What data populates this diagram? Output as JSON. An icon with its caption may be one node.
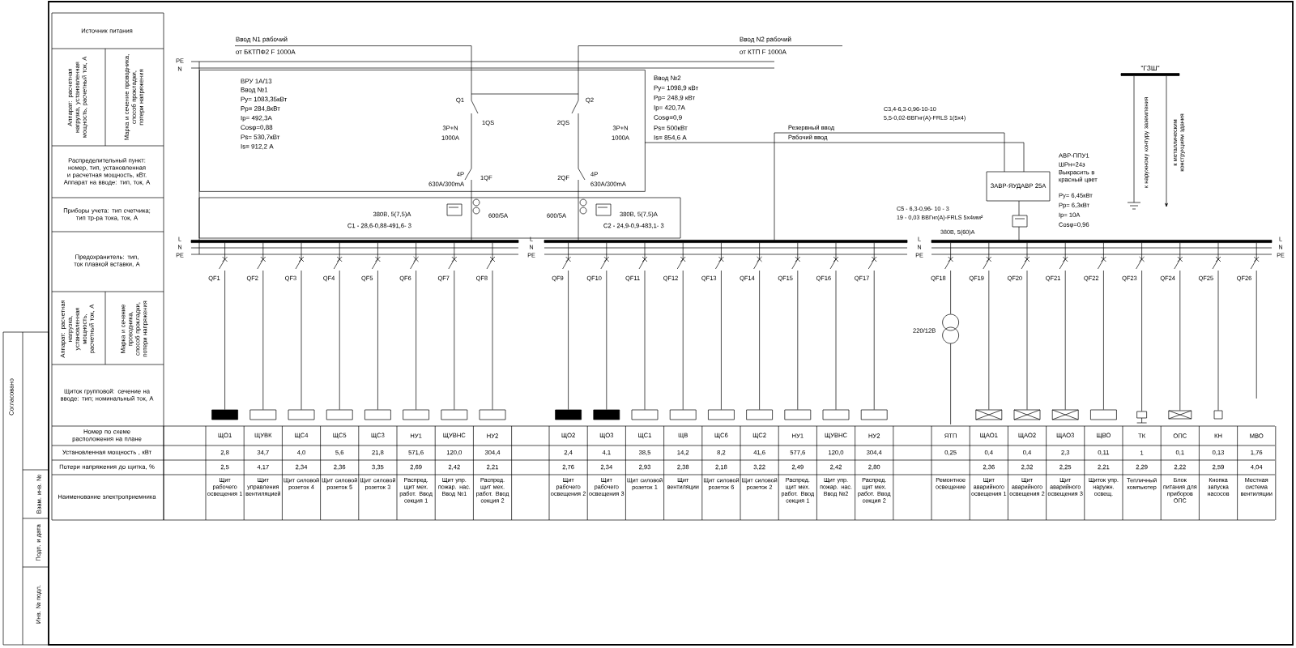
{
  "diagram": {
    "nodes": [
      {
        "text": [
          "ВРУ 1А/13",
          "Ввод №1",
          "Ру= 1083,35кВт",
          "Рр= 284,8кВт",
          "Ip= 492,3А",
          "Cosφ=0,88",
          "Рs= 530,7кВт",
          "Is= 912,2 А"
        ]
      },
      {
        "text": [
          "ЗАВР-ЯУДАВР 25А"
        ]
      },
      {
        "text": [
          "\"ГЗШ\""
        ]
      },
      {
        "text": [],
        "shape": "bar"
      },
      {
        "text": [],
        "shape": "bar"
      },
      {
        "text": [],
        "shape": "bar"
      },
      {
        "text": [],
        "shape": "circle"
      },
      {
        "text": [],
        "shape": "box"
      },
      {
        "text": [],
        "shape": "box"
      },
      {
        "text": [],
        "shape": "box"
      },
      {
        "text": [],
        "shape": "box"
      },
      {
        "text": [],
        "shape": "box"
      },
      {
        "text": [],
        "shape": "box"
      },
      {
        "text": [],
        "shape": "box"
      },
      {
        "text": [],
        "shape": "box"
      },
      {
        "text": [],
        "shape": "box"
      },
      {
        "text": [],
        "shape": "box"
      },
      {
        "text": [],
        "shape": "box"
      },
      {
        "text": [],
        "shape": "box"
      },
      {
        "text": [],
        "shape": "box"
      },
      {
        "text": [],
        "shape": "box"
      },
      {
        "text": [],
        "shape": "box"
      },
      {
        "text": [],
        "shape": "box"
      },
      {
        "text": [],
        "shape": "box"
      },
      {
        "text": [],
        "shape": "box"
      },
      {
        "text": [],
        "shape": "box"
      },
      {
        "text": [],
        "shape": "box"
      },
      {
        "text": [],
        "shape": "box"
      },
      {
        "text": [],
        "shape": "box"
      },
      {
        "text": [],
        "shape": "box"
      },
      {
        "text": [],
        "shape": "box"
      }
    ],
    "edges": [
      {
        "from": 0,
        "to": 3,
        "arrow": "none"
      },
      {
        "from": 0,
        "to": 4,
        "arrow": "none"
      },
      {
        "from": 0,
        "to": 1,
        "arrow": "none"
      },
      {
        "from": 4,
        "to": 1,
        "arrow": "none"
      },
      {
        "from": 1,
        "to": 5,
        "arrow": "none"
      },
      {
        "from": 3,
        "to": 7,
        "arrow": "none"
      },
      {
        "from": 3,
        "to": 8,
        "arrow": "none"
      },
      {
        "from": 3,
        "to": 9,
        "arrow": "none"
      },
      {
        "from": 3,
        "to": 10,
        "arrow": "none"
      },
      {
        "from": 3,
        "to": 11,
        "arrow": "none"
      },
      {
        "from": 3,
        "to": 12,
        "arrow": "none"
      },
      {
        "from": 3,
        "to": 13,
        "arrow": "none"
      },
      {
        "from": 3,
        "to": 14,
        "arrow": "none"
      },
      {
        "from": 4,
        "to": 15,
        "arrow": "none"
      },
      {
        "from": 4,
        "to": 16,
        "arrow": "none"
      },
      {
        "from": 4,
        "to": 17,
        "arrow": "none"
      },
      {
        "from": 4,
        "to": 18,
        "arrow": "none"
      },
      {
        "from": 4,
        "to": 19,
        "arrow": "none"
      },
      {
        "from": 4,
        "to": 20,
        "arrow": "none"
      },
      {
        "from": 4,
        "to": 21,
        "arrow": "none"
      },
      {
        "from": 4,
        "to": 22,
        "arrow": "none"
      },
      {
        "from": 4,
        "to": 23,
        "arrow": "none"
      },
      {
        "from": 5,
        "to": 6,
        "arrow": "none"
      },
      {
        "from": 5,
        "to": 24,
        "arrow": "none"
      },
      {
        "from": 5,
        "to": 25,
        "arrow": "none"
      },
      {
        "from": 5,
        "to": 26,
        "arrow": "none"
      },
      {
        "from": 5,
        "to": 27,
        "arrow": "none"
      },
      {
        "from": 5,
        "to": 28,
        "arrow": "none"
      },
      {
        "from": 5,
        "to": 29,
        "arrow": "none"
      },
      {
        "from": 5,
        "to": 30,
        "arrow": "none"
      },
      {
        "from": 5,
        "to": null,
        "arrow": "none"
      }
    ],
    "labels": [
      "Источник питания",
      "Аппарат: расчетная нагрузка, установленная мощность, расчетный ток, А",
      "Марка и сечение проводника, способ прокладки, потери напряжения",
      "Распределительный пункт: номер, тип, установленная и расчетная мощность, кВт. Аппарат на вводе: тип, ток, А",
      "Приборы учета: тип счетчика; тип тр-ра тока, ток, А",
      "Предохранитель: тип, ток плавкой вставки, А",
      "Аппарат: расчетная нагрузка, установленная мощность, расчетный ток, А",
      "Марка и сечение проводника, способ прокладки, потери напряжения",
      "Щиток групповой: сечение на вводе: тип; номинальный ток, А",
      "Номер по схеме расположения на плане",
      "Установленная мощность , кВт",
      "Потери напряжения до щитка, %",
      "Наименование электроприемника",
      "Согласовано",
      "Взам. инв. №",
      "Подп. и дата",
      "Инв. № подл.",
      "Ввод N1 рабочий",
      "от БКТПФ2 F 1000А",
      "Ввод N2 рабочий",
      "от КТП F 1000А",
      "Q1",
      "1QS",
      "3P+N",
      "1000А",
      "Q2",
      "2QS",
      "3P+N",
      "1000А",
      "1QF",
      "4P",
      "630А/300mA",
      "2QF",
      "4P",
      "630А/300mA",
      "380В, 5(7,5)А",
      "600/5А",
      "600/5А",
      "380В, 5(7,5)А",
      "С1 - 28,6-0,88-491,6- 3",
      "С2 - 24,9-0,9-483,1- 3",
      "PE",
      "N",
      "L",
      "N",
      "PE",
      "L",
      "N",
      "PE",
      "L",
      "N",
      "PE",
      "L",
      "N",
      "PE",
      "Резервный ввод",
      "Рабочий ввод",
      "С3,4-6,3-0,96-10-10",
      "5,5-0,02-ВВГнг(А)-FRLS 1(5х4)",
      "С5 - 6,3-0,96- 10 - 3",
      "19 - 0,03 ВВГнг(А)-FRLS 5х4мм²",
      "380В, 5(60)А",
      "АВР-ППУ1",
      "ШРн=24з",
      "Выкрасить в красный цвет",
      "Ру= 6,45кВт",
      "Рр= 6,3кВт",
      "Ip= 10А",
      "Cosφ=0,96",
      "к наружному контуру заземления",
      "к металлическим конструкциям здания",
      "220/12В",
      "Ввод №2",
      "Ру= 1098,9 кВт",
      "Рр= 248,9 кВт",
      "Ip= 420,7А",
      "Cosφ=0,9",
      "Рs= 500кВт",
      "Is= 854,6 А",
      "QF1",
      "QF2",
      "QF3",
      "QF4",
      "QF5",
      "QF6",
      "QF7",
      "QF8",
      "QF9",
      "QF10",
      "QF11",
      "QF12",
      "QF13",
      "QF14",
      "QF15",
      "QF16",
      "QF17",
      "QF18",
      "QF19",
      "QF20",
      "QF21",
      "QF22",
      "QF23",
      "QF24",
      "QF25",
      "QF26",
      "ЩО1",
      "ЩУВК",
      "ЩС4",
      "ЩС5",
      "ЩС3",
      "НУ1",
      "ЩУВНС",
      "НУ2",
      "ЩО2",
      "ЩО3",
      "ЩС1",
      "ЩВ",
      "ЩС6",
      "ЩС2",
      "НУ1",
      "ЩУВНС",
      "НУ2",
      "ЯТП",
      "ЩАО1",
      "ЩАО2",
      "ЩАО3",
      "ЩВО",
      "ТК",
      "ОПС",
      "КН",
      "МВО",
      "2,8",
      "34,7",
      "4,0",
      "5,6",
      "21,8",
      "571,6",
      "120,0",
      "304,4",
      "2,4",
      "4,1",
      "38,5",
      "14,2",
      "8,2",
      "41,6",
      "577,6",
      "120,0",
      "304,4",
      "0,25",
      "0,4",
      "0,4",
      "2,3",
      "0,11",
      "1",
      "0,1",
      "0,13",
      "1,76",
      "2,5",
      "4,17",
      "2,34",
      "2,36",
      "3,35",
      "2,69",
      "2,42",
      "2,21",
      "2,76",
      "2,34",
      "2,93",
      "2,38",
      "2,18",
      "3,22",
      "2,49",
      "2,42",
      "2,80",
      "2,36",
      "2,32",
      "2,25",
      "2,21",
      "2,29",
      "2,22",
      "2,59",
      "4,04",
      "Щит рабочего освещения 1",
      "Щит управления вентиляцией",
      "Щит силовой розеток 4",
      "Щит силовой розеток 5",
      "Щит силовой розеток 3",
      "Распред. щит мех. работ. Ввод секция 1",
      "Щит упр. пожар. нас. Ввод №1",
      "Распред. щит мех. работ. Ввод секция 2",
      "Щит рабочего освещения 2",
      "Щит рабочего освещения 3",
      "Щит силовой розеток 1",
      "Щит вентиляции",
      "Щит силовой розеток 6",
      "Щит силовой розеток 2",
      "Распред. щит мех. работ. Ввод секция 1",
      "Щит упр. пожар. нас. Ввод №2",
      "Распред. щит мех. работ. Ввод секция 2",
      "Ремонтное освещение",
      "Щит аварийного освещения 1",
      "Щит аварийного освещения 2",
      "Щит аварийного освещения 3",
      "Щиток упр. наружн. освещ.",
      "Тепличный компьютер",
      "Блок питания для приборов ОПС",
      "Кнопка запуска насосов",
      "Местная система вентиляции"
    ]
  }
}
